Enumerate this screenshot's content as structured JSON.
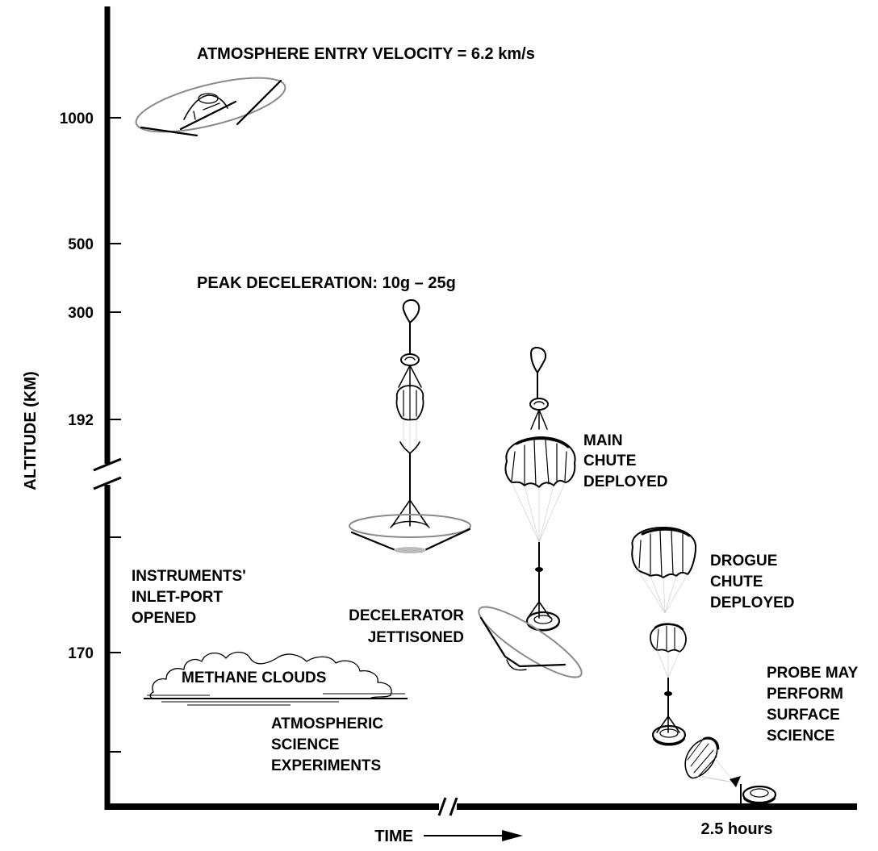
{
  "title": "ATMOSPHERE ENTRY VELOCITY = 6.2 km/s",
  "y_axis": {
    "label": "ALTITUDE (KM)",
    "ticks": [
      "1000",
      "500",
      "300",
      "192",
      "170"
    ]
  },
  "x_axis": {
    "label": "TIME",
    "end_label": "2.5 hours"
  },
  "annotations": {
    "peak": "PEAK DECELERATION: 10g – 25g",
    "main_chute": [
      "MAIN",
      "CHUTE",
      "DEPLOYED"
    ],
    "drogue_chute": [
      "DROGUE",
      "CHUTE",
      "DEPLOYED"
    ],
    "instruments": [
      "INSTRUMENTS'",
      "INLET-PORT",
      "OPENED"
    ],
    "decelerator": [
      "DECELERATOR",
      "JETTISONED"
    ],
    "clouds": "METHANE CLOUDS",
    "atmospheric": [
      "ATMOSPHERIC",
      "SCIENCE",
      "EXPERIMENTS"
    ],
    "surface": [
      "PROBE MAY",
      "PERFORM",
      "SURFACE",
      "SCIENCE"
    ]
  }
}
